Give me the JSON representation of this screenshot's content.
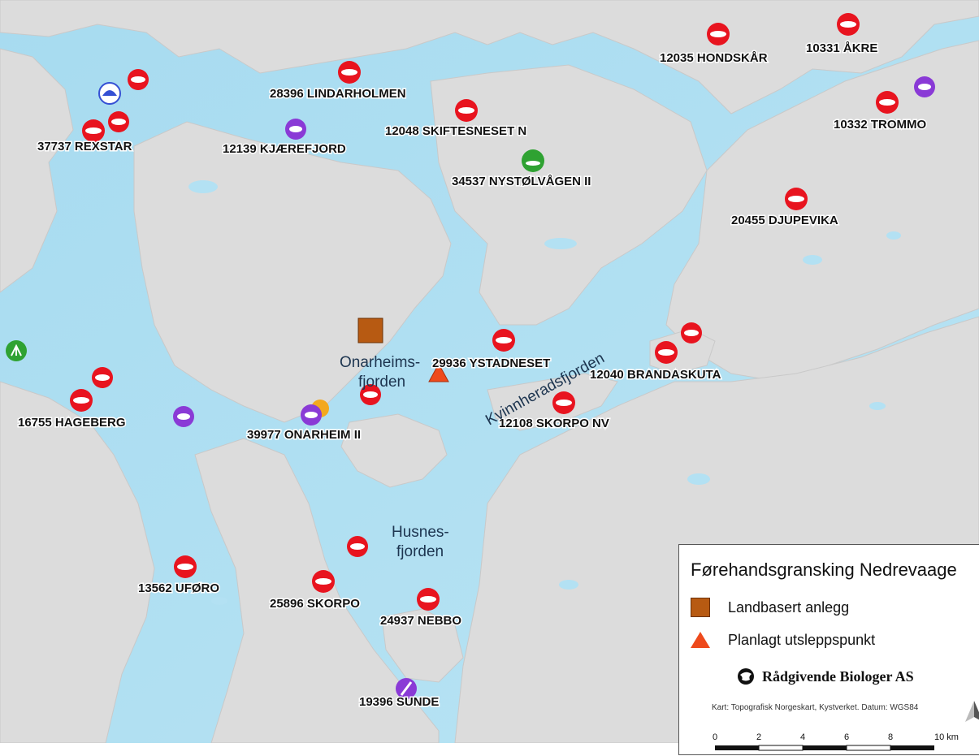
{
  "sites": [
    {
      "id": "s1",
      "label": "12035 HONDSKÅR",
      "kind": "fish"
    },
    {
      "id": "s2",
      "label": "10331 ÅKRE",
      "kind": "fish"
    },
    {
      "id": "s3",
      "label": "28396 LINDARHOLMEN",
      "kind": "fish"
    },
    {
      "id": "s4",
      "label": "12048 SKIFTESNESET N",
      "kind": "fish"
    },
    {
      "id": "s5",
      "label": "10332 TROMMO",
      "kind": "fish"
    },
    {
      "id": "s6",
      "label": "37737 REXSTAR",
      "kind": "fish"
    },
    {
      "id": "s7",
      "label": "12139 KJÆREFJORD",
      "kind": "shellfish"
    },
    {
      "id": "s8",
      "label": "34537 NYSTØLVÅGEN II",
      "kind": "green"
    },
    {
      "id": "s9",
      "label": "20455 DJUPEVIKA",
      "kind": "fish"
    },
    {
      "id": "s10",
      "label": "29936 YSTADNESET",
      "kind": "fish"
    },
    {
      "id": "s11",
      "label": "12040 BRANDASKUTA",
      "kind": "fish"
    },
    {
      "id": "s12",
      "label": "16755 HAGEBERG",
      "kind": "fish"
    },
    {
      "id": "s13",
      "label": "39977 ONARHEIM II",
      "kind": "shellfish"
    },
    {
      "id": "s14",
      "label": "12108 SKORPO NV",
      "kind": "fish"
    },
    {
      "id": "s15",
      "label": "13562 UFØRO",
      "kind": "fish"
    },
    {
      "id": "s16",
      "label": "25896 SKORPO",
      "kind": "fish"
    },
    {
      "id": "s17",
      "label": "24937 NEBBO",
      "kind": "fish"
    },
    {
      "id": "s18",
      "label": "19396 SUNDE",
      "kind": "purple"
    }
  ],
  "fjords": {
    "onarheims1": "Onarheims-",
    "onarheims2": "fjorden",
    "kvinnherads": "Kvinnheradsfjorden",
    "husnes1": "Husnes-",
    "husnes2": "fjorden"
  },
  "legend": {
    "title": "Førehandsgransking Nedrevaage",
    "landbasert": "Landbasert anlegg",
    "utslepp": "Planlagt utsleppspunkt",
    "company": "Rådgivende Biologer AS",
    "credits": "Kart: Topografisk Norgeskart, Kystverket. Datum: WGS84",
    "scale_ticks": [
      "0",
      "2",
      "4",
      "6",
      "8",
      "10 km"
    ]
  },
  "colors": {
    "sea": "#a9dcef",
    "land": "#dcdcdc",
    "fish_marker": "#e8141f",
    "shellfish_marker": "#8a3ad6",
    "green_marker": "#2fa232",
    "facility": "#b75a12",
    "discharge": "#ee4a1c"
  }
}
